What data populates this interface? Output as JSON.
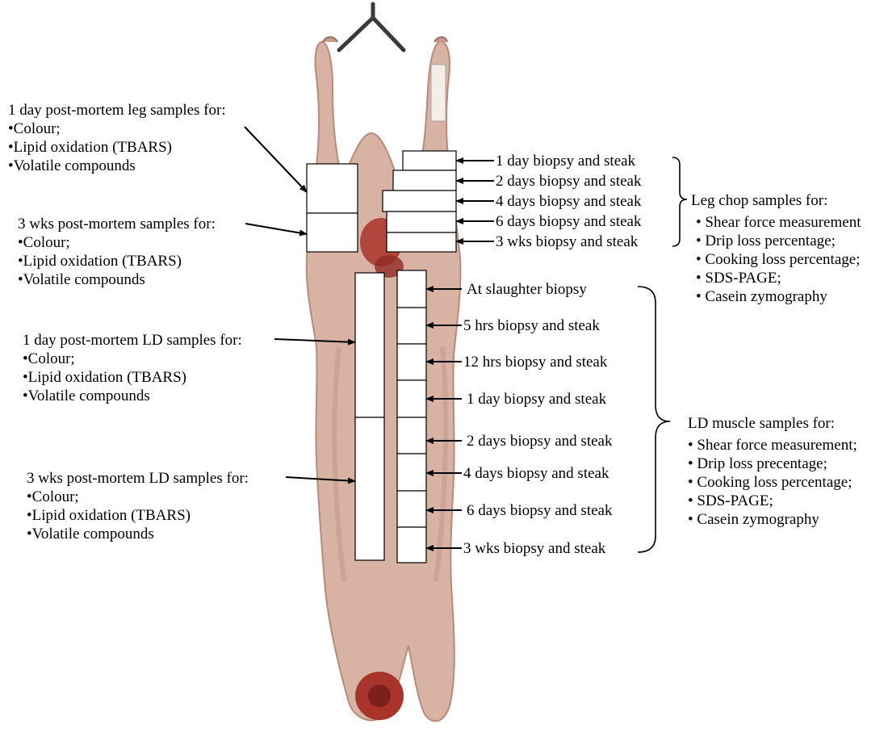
{
  "colors": {
    "carcass_skin": "#d8b3a3",
    "carcass_shadow": "#b98a7a",
    "meat_red": "#a8342c",
    "sample_box_fill": "#ffffff",
    "outline": "#000000"
  },
  "left_labels": {
    "leg_1day": {
      "title": "1 day post-mortem leg samples for:",
      "items": [
        "•Colour;",
        "•Lipid oxidation (TBARS)",
        "•Volatile compounds"
      ]
    },
    "leg_3wks": {
      "title": "3 wks post-mortem samples for:",
      "items": [
        "•Colour;",
        "•Lipid oxidation (TBARS)",
        "•Volatile compounds"
      ]
    },
    "ld_1day": {
      "title": "1 day post-mortem LD samples for:",
      "items": [
        "•Colour;",
        "•Lipid oxidation (TBARS)",
        "•Volatile compounds"
      ]
    },
    "ld_3wks": {
      "title": "3 wks post-mortem LD samples for:",
      "items": [
        "•Colour;",
        "•Lipid oxidation (TBARS)",
        "•Volatile compounds"
      ]
    }
  },
  "leg_chop_labels": [
    "1 day biopsy and steak",
    "2 days biopsy and steak",
    "4 days biopsy and steak",
    "6 days biopsy and steak",
    "3 wks biopsy and steak"
  ],
  "ld_labels": [
    "At slaughter biopsy",
    "5 hrs biopsy and steak",
    "12 hrs biopsy and steak",
    "1 day biopsy and steak",
    "2 days biopsy and steak",
    "4 days biopsy and steak",
    "6 days biopsy and steak",
    "3 wks biopsy and steak"
  ],
  "leg_chop_group": {
    "title": "Leg chop samples for:",
    "items": [
      "• Shear force measurement",
      "• Drip loss percentage;",
      "• Cooking loss percentage;",
      "• SDS-PAGE;",
      "• Casein zymography"
    ]
  },
  "ld_group": {
    "title": "LD muscle samples for:",
    "items": [
      "• Shear force measurement;",
      "• Drip loss precentage;",
      "• Cooking loss percentage;",
      "• SDS-PAGE;",
      "• Casein zymography"
    ]
  }
}
